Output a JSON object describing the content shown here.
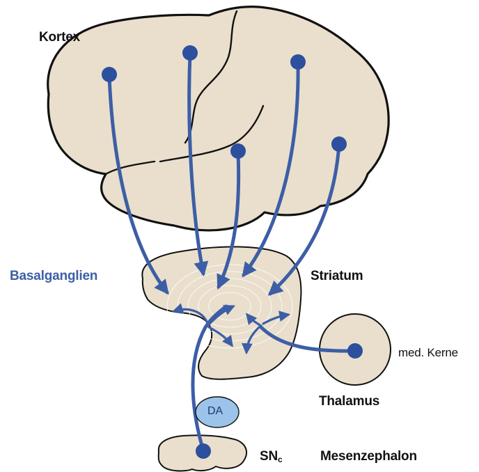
{
  "labels": {
    "kortex": "Kortex",
    "basalganglien": "Basalganglien",
    "striatum": "Striatum",
    "med_kerne": "med. Kerne",
    "thalamus": "Thalamus",
    "sn_main": "SN",
    "sn_sub": "c",
    "mesenzephalon": "Mesenzephalon",
    "da": "DA"
  },
  "colors": {
    "tissue_fill": "#e9dfcc",
    "outline": "#111111",
    "pathway": "#3d5ea6",
    "node": "#2c4f9e",
    "da_fill": "#9cc3ea",
    "label_blue": "#3d5ea6"
  }
}
